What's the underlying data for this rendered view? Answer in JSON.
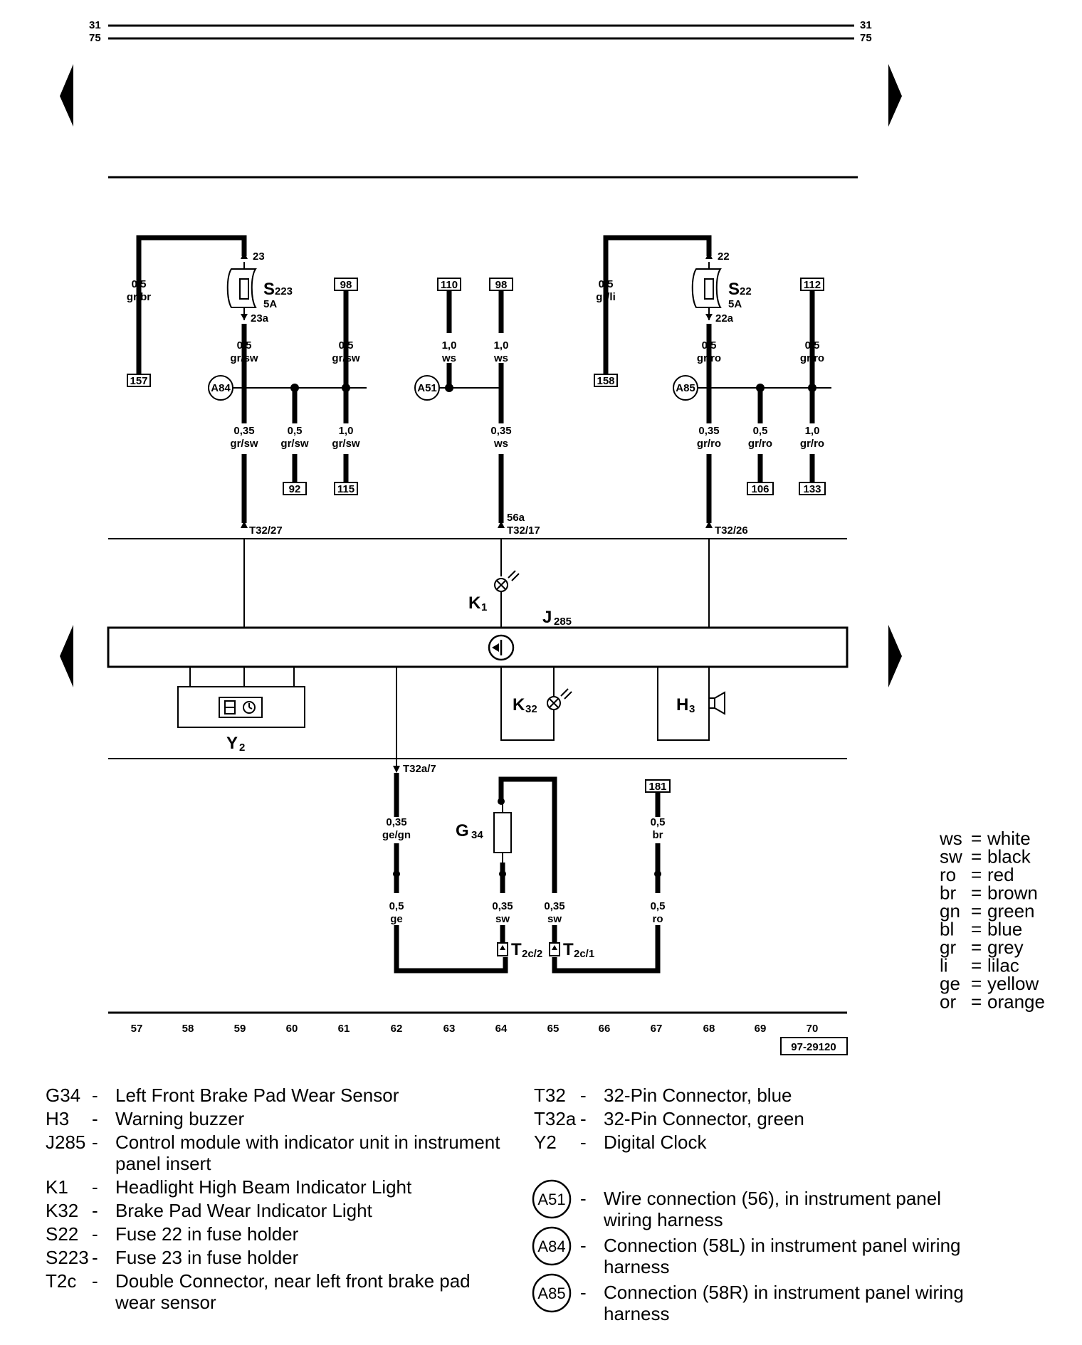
{
  "header": {
    "page_top": "31",
    "page_bottom": "75"
  },
  "fuses": {
    "s223": {
      "label": "S",
      "sub": "223",
      "rating": "5A",
      "in_term": "23",
      "out_term": "23a"
    },
    "s22": {
      "label": "S",
      "sub": "22",
      "rating": "5A",
      "in_term": "22",
      "out_term": "22a"
    }
  },
  "refs": {
    "r157": "157",
    "r98a": "98",
    "r110": "110",
    "r98b": "98",
    "r158": "158",
    "r112": "112",
    "r92": "92",
    "r115": "115",
    "r106": "106",
    "r133": "133",
    "r181": "181"
  },
  "wires": {
    "w1": {
      "size": "0,5",
      "color": "gr/br"
    },
    "w2": {
      "size": "0,5",
      "color": "gr/sw"
    },
    "w3": {
      "size": "0,5",
      "color": "gr/sw"
    },
    "w4": {
      "size": "1,0",
      "color": "ws"
    },
    "w5": {
      "size": "1,0",
      "color": "ws"
    },
    "w6": {
      "size": "0,5",
      "color": "gr/li"
    },
    "w7": {
      "size": "0,5",
      "color": "gr/ro"
    },
    "w8": {
      "size": "0,5",
      "color": "gr/ro"
    },
    "w9": {
      "size": "0,35",
      "color": "gr/sw"
    },
    "w10": {
      "size": "0,5",
      "color": "gr/sw"
    },
    "w11": {
      "size": "1,0",
      "color": "gr/sw"
    },
    "w12": {
      "size": "0,35",
      "color": "ws"
    },
    "w13": {
      "size": "0,35",
      "color": "gr/ro"
    },
    "w14": {
      "size": "0,5",
      "color": "gr/ro"
    },
    "w15": {
      "size": "1,0",
      "color": "gr/ro"
    },
    "w16": {
      "size": "0,35",
      "color": "ge/gn"
    },
    "w17": {
      "size": "0,5",
      "color": "br"
    },
    "w18": {
      "size": "0,5",
      "color": "ge"
    },
    "w19": {
      "size": "0,35",
      "color": "sw"
    },
    "w20": {
      "size": "0,35",
      "color": "sw"
    },
    "w21": {
      "size": "0,5",
      "color": "ro"
    }
  },
  "connections": {
    "a84": "A84",
    "a51": "A51",
    "a85": "A85"
  },
  "terminals": {
    "t3227": "T32/27",
    "t3217_a": "56a",
    "t3217": "T32/17",
    "t3226": "T32/26",
    "t32a7": "T32a/7",
    "t2c2": "T",
    "t2c2_sub": "2c/2",
    "t2c1": "T",
    "t2c1_sub": "2c/1"
  },
  "components": {
    "k1": "K",
    "k1_sub": "1",
    "j285": "J",
    "j285_sub": "285",
    "k32": "K",
    "k32_sub": "32",
    "h3": "H",
    "h3_sub": "3",
    "y2": "Y",
    "y2_sub": "2",
    "g34": "G",
    "g34_sub": "34"
  },
  "columns": [
    "57",
    "58",
    "59",
    "60",
    "61",
    "62",
    "63",
    "64",
    "65",
    "66",
    "67",
    "68",
    "69",
    "70"
  ],
  "diagram_code": "97-29120",
  "color_key": [
    {
      "abbr": "ws",
      "name": "white"
    },
    {
      "abbr": "sw",
      "name": "black"
    },
    {
      "abbr": "ro",
      "name": "red"
    },
    {
      "abbr": "br",
      "name": "brown"
    },
    {
      "abbr": "gn",
      "name": "green"
    },
    {
      "abbr": "bl",
      "name": "blue"
    },
    {
      "abbr": "gr",
      "name": "grey"
    },
    {
      "abbr": "li",
      "name": "lilac"
    },
    {
      "abbr": "ge",
      "name": "yellow"
    },
    {
      "abbr": "or",
      "name": "orange"
    }
  ],
  "legend_left": [
    {
      "code": "G34",
      "desc": "Left Front Brake Pad Wear Sensor"
    },
    {
      "code": "H3",
      "desc": "Warning buzzer"
    },
    {
      "code": "J285",
      "desc": "Control module with indicator unit in instrument",
      "desc2": "panel insert"
    },
    {
      "code": "K1",
      "desc": "Headlight High Beam Indicator Light"
    },
    {
      "code": "K32",
      "desc": "Brake Pad Wear Indicator Light"
    },
    {
      "code": "S22",
      "desc": "Fuse 22 in fuse holder"
    },
    {
      "code": "S223",
      "desc": "Fuse 23 in fuse holder"
    },
    {
      "code": "T2c",
      "desc": "Double Connector, near left front brake pad",
      "desc2": "wear sensor"
    }
  ],
  "legend_right": [
    {
      "code": "T32",
      "desc": "32-Pin Connector, blue"
    },
    {
      "code": "T32a",
      "desc": "32-Pin Connector, green"
    },
    {
      "code": "Y2",
      "desc": "Digital Clock"
    }
  ],
  "legend_conn": [
    {
      "code": "A51",
      "desc": "Wire connection (56), in instrument panel",
      "desc2": "wiring harness"
    },
    {
      "code": "A84",
      "desc": "Connection (58L) in instrument panel wiring",
      "desc2": "harness"
    },
    {
      "code": "A85",
      "desc": "Connection (58R) in instrument panel wiring",
      "desc2": "harness"
    }
  ],
  "legend_dash": "-",
  "legend_eq": "="
}
